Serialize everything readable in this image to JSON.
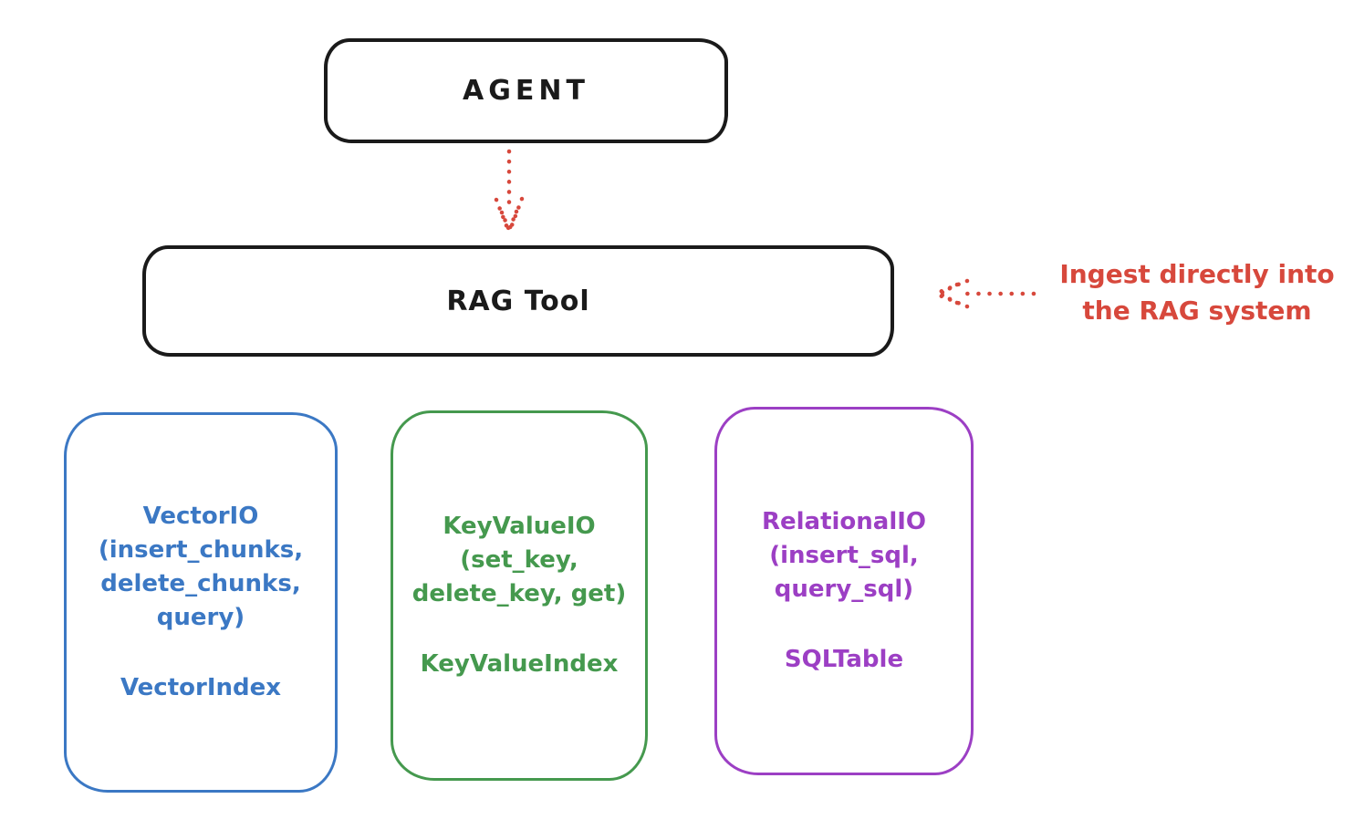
{
  "diagram": {
    "agent": {
      "label": "AGENT"
    },
    "rag_tool": {
      "label": "RAG Tool"
    },
    "annotation": {
      "line1": "Ingest directly into",
      "line2": "the RAG system"
    },
    "arrows": [
      {
        "name": "agent-to-rag-tool",
        "style": "dotted",
        "direction": "down"
      },
      {
        "name": "ingest-into-rag-tool",
        "style": "dotted",
        "direction": "left"
      }
    ],
    "io_boxes": [
      {
        "title": "VectorIO\n(insert_chunks,\ndelete_chunks,\nquery)",
        "subtitle": "VectorIndex",
        "color": "#3b78c4"
      },
      {
        "title": "KeyValueIO\n(set_key,\ndelete_key, get)",
        "subtitle": "KeyValueIndex",
        "color": "#45994e"
      },
      {
        "title": "RelationalIO\n(insert_sql,\nquery_sql)",
        "subtitle": "SQLTable",
        "color": "#9c3fc4"
      }
    ],
    "colors": {
      "ink": "#1a1a1a",
      "red": "#d7483c",
      "background": "#ffffff"
    }
  }
}
